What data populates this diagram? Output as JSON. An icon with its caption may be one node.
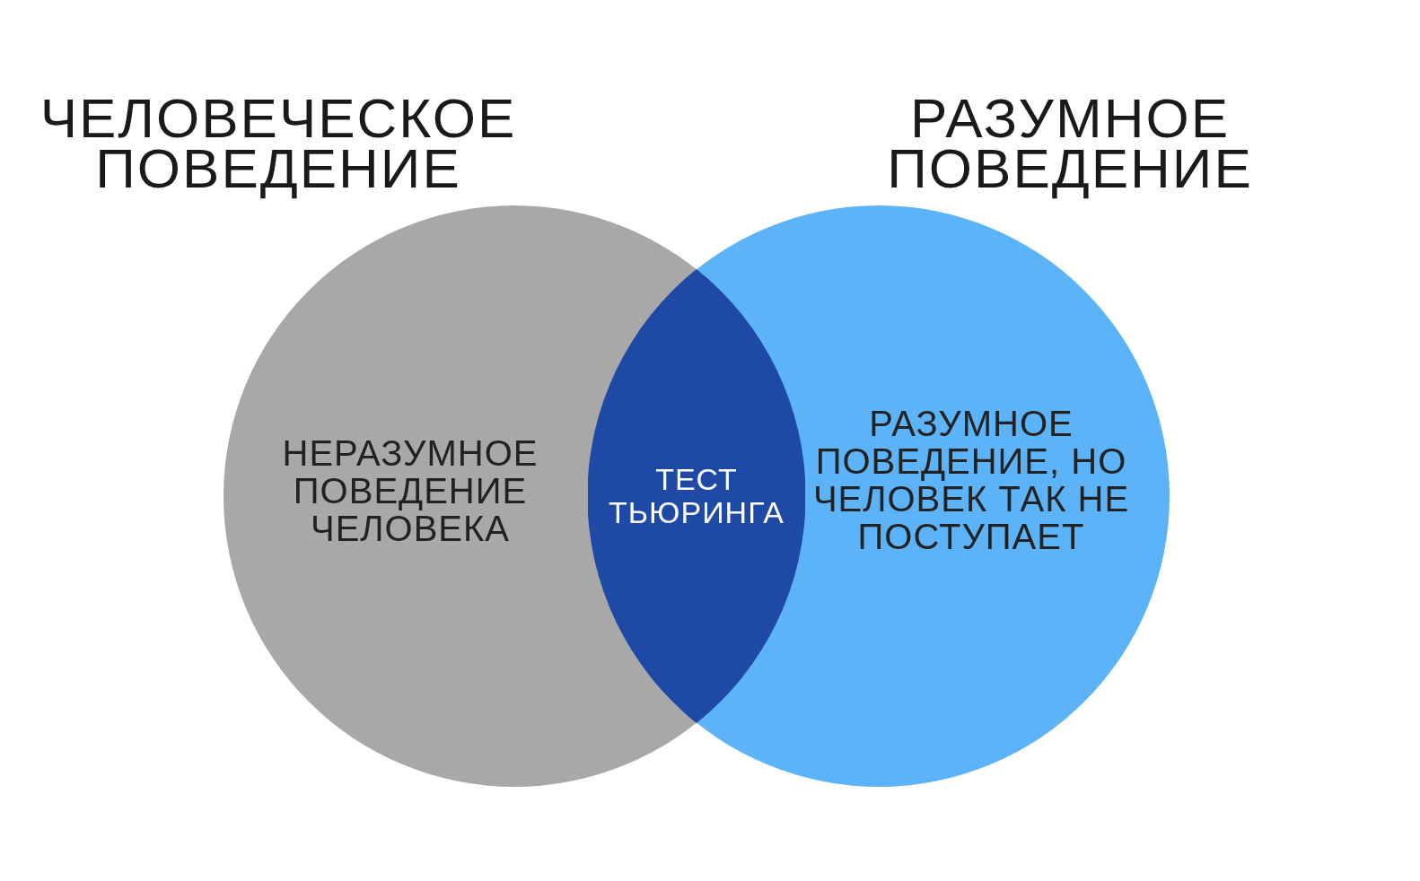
{
  "diagram": {
    "nodes": [
      {
        "text": [
          "ЧЕЛОВЕЧЕСКОЕ ПОВЕДЕНИЕ",
          "НЕРАЗУМНОЕ ПОВЕДЕНИЕ ЧЕЛОВЕКА"
        ]
      },
      {
        "text": [
          "РАЗУМНОЕ ПОВЕДЕНИЕ",
          "РАЗУМНОЕ ПОВЕДЕНИЕ, НО ЧЕЛОВЕК ТАК НЕ ПОСТУПАЕТ"
        ]
      },
      {
        "text": [
          "ТЕСТ ТЬЮРИНГА"
        ]
      }
    ],
    "edges": []
  }
}
